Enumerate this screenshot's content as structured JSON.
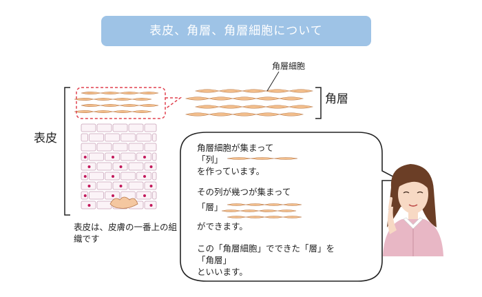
{
  "title": "表皮、角層、角層細胞について",
  "labels": {
    "epidermis": "表皮",
    "stratum_corneum": "角層",
    "corneocyte": "角層細胞",
    "epidermis_caption": "表皮は、皮膚の一番上の組織です"
  },
  "speech_bubble": {
    "line1": "角層細胞が集まって",
    "line2": "「列」",
    "line3": "を作っています。",
    "line4": "その列が幾つが集まって",
    "line5": "「層」",
    "line6": "ができます。",
    "line7": "この「角層細胞」でできた「層」を",
    "line8": "「角層」",
    "line9": "といいます。"
  },
  "colors": {
    "banner": "#9ec3e6",
    "cell_fill": "#f2be8c",
    "cell_stroke": "#b8794a",
    "dashed_outline": "#e0414f",
    "nucleus": "#c2185b"
  }
}
